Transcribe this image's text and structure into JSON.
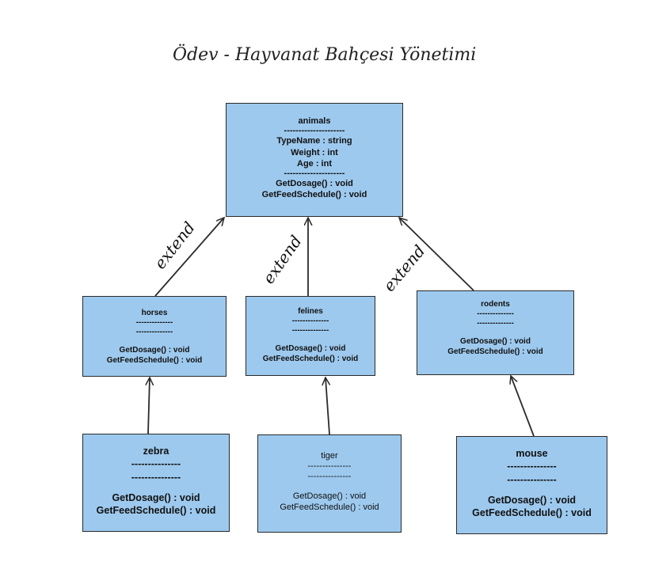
{
  "title": "Ödev - Hayvanat Bahçesi Yönetimi",
  "edge_label": "extend",
  "classes": {
    "animals": {
      "name": "animals",
      "sep": "---------------------",
      "attrs": [
        "TypeName : string",
        "Weight : int",
        "Age : int"
      ],
      "methods": [
        "GetDosage() : void",
        "GetFeedSchedule() : void"
      ]
    },
    "horses": {
      "name": "horses",
      "sep": "--------------",
      "methods": [
        "GetDosage() : void",
        "GetFeedSchedule() : void"
      ]
    },
    "felines": {
      "name": "felines",
      "sep": "--------------",
      "methods": [
        "GetDosage() : void",
        "GetFeedSchedule() : void"
      ]
    },
    "rodents": {
      "name": "rodents",
      "sep": "--------------",
      "methods": [
        "GetDosage() : void",
        "GetFeedSchedule() : void"
      ]
    },
    "zebra": {
      "name": "zebra",
      "sep": "---------------",
      "methods": [
        "GetDosage() : void",
        "GetFeedSchedule() : void"
      ]
    },
    "tiger": {
      "name": "tiger",
      "sep": "---------------",
      "methods": [
        "GetDosage() : void",
        "GetFeedSchedule() : void"
      ]
    },
    "mouse": {
      "name": "mouse",
      "sep": "---------------",
      "methods": [
        "GetDosage() : void",
        "GetFeedSchedule() : void"
      ]
    }
  },
  "colors": {
    "box_fill": "#9dc9ee",
    "stroke": "#2a2a2a"
  }
}
